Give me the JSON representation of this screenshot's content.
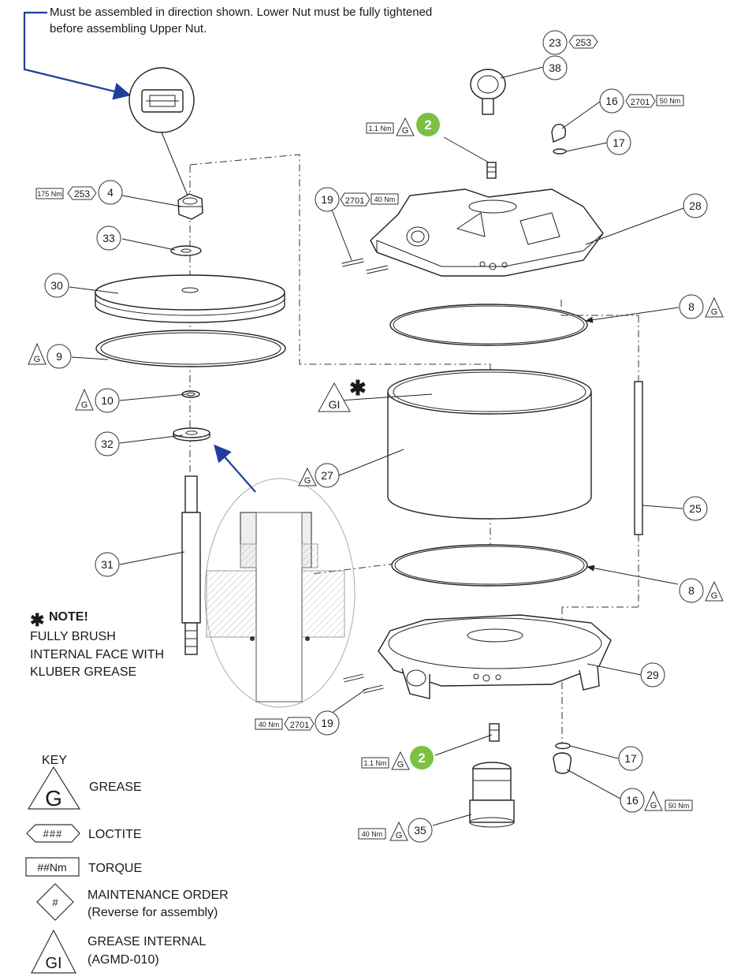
{
  "top_note": {
    "line1": "Must be assembled in direction shown. Lower Nut must be fully tightened",
    "line2": "before assembling Upper Nut."
  },
  "note_box": {
    "star": "✱",
    "title": "NOTE!",
    "line1": "FULLY BRUSH",
    "line2": "INTERNAL FACE WITH",
    "line3": "KLUBER GREASE"
  },
  "key": {
    "title": "KEY",
    "grease_symbol": "G",
    "grease_label": "GREASE",
    "loctite_symbol": "###",
    "loctite_label": "LOCTITE",
    "torque_symbol": "##Nm",
    "torque_label": "TORQUE",
    "order_symbol": "#",
    "order_label_1": "MAINTENANCE ORDER",
    "order_label_2": "(Reverse for assembly)",
    "gi_symbol": "GI",
    "gi_label_1": "GREASE INTERNAL",
    "gi_label_2": "(AGMD-010)"
  },
  "callouts": {
    "p4": "4",
    "p4_torque": "175 Nm",
    "p4_loctite": "253",
    "p33": "33",
    "p30": "30",
    "p9": "9",
    "p10": "10",
    "p32": "32",
    "p31": "31",
    "p23": "23",
    "p23_loctite": "253",
    "p38": "38",
    "p16_top": "16",
    "p16_top_loctite": "2701",
    "p16_top_torque": "50 Nm",
    "p17_top": "17",
    "p2_top": "2",
    "p2_top_torque": "1.1 Nm",
    "p19_top": "19",
    "p19_top_loctite": "2701",
    "p19_top_torque": "40 Nm",
    "p28": "28",
    "p8_top": "8",
    "p27": "27",
    "p25": "25",
    "p8_bottom": "8",
    "p29": "29",
    "p19_bottom": "19",
    "p19_bottom_torque": "40 Nm",
    "p19_bottom_loctite": "2701",
    "p2_bottom": "2",
    "p2_bottom_torque": "1.1 Nm",
    "p17_bottom": "17",
    "p16_bottom": "16",
    "p16_bottom_torque": "50 Nm",
    "p35": "35",
    "p35_torque": "40 Nm",
    "g": "G",
    "gi": "GI",
    "star": "✱"
  },
  "colors": {
    "leader_blue": "#1f3f9c",
    "order_green": "#7ac143",
    "line": "#222222"
  }
}
